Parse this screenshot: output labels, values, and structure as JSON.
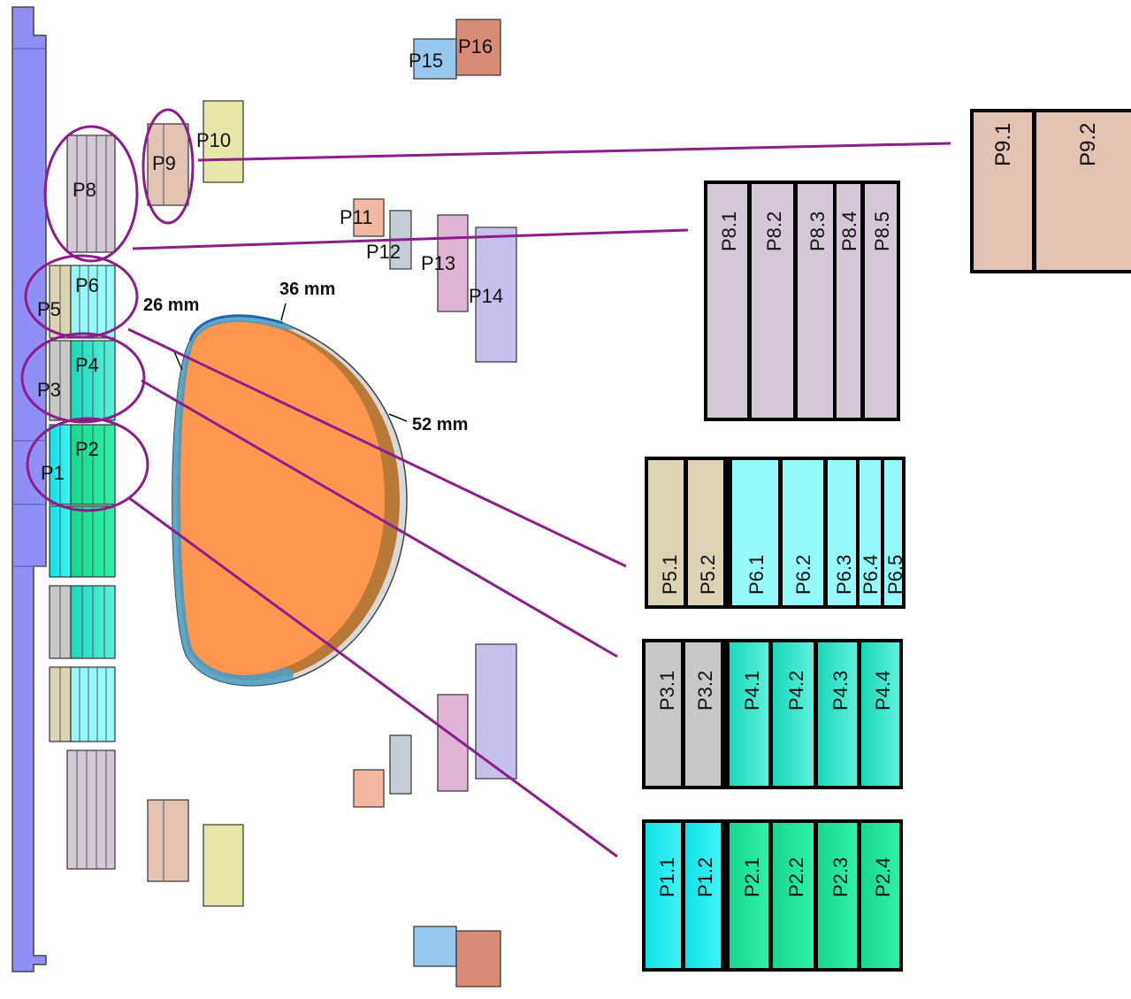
{
  "coils": {
    "p1": "P1",
    "p2": "P2",
    "p3": "P3",
    "p4": "P4",
    "p5": "P5",
    "p6": "P6",
    "p8": "P8",
    "p9": "P9",
    "p10": "P10",
    "p11": "P11",
    "p12": "P12",
    "p13": "P13",
    "p14": "P14",
    "p15": "P15",
    "p16": "P16"
  },
  "dimensions": {
    "d26": "26 mm",
    "d36": "36 mm",
    "d52": "52 mm"
  },
  "detail_boxes": {
    "p9": [
      "P9.1",
      "P9.2"
    ],
    "p8": [
      "P8.1",
      "P8.2",
      "P8.3",
      "P8.4",
      "P8.5"
    ],
    "p56": [
      "P5.1",
      "P5.2",
      "P6.1",
      "P6.2",
      "P6.3",
      "P6.4",
      "P6.5"
    ],
    "p34": [
      "P3.1",
      "P3.2",
      "P4.1",
      "P4.2",
      "P4.3",
      "P4.4"
    ],
    "p12": [
      "P1.1",
      "P1.2",
      "P2.1",
      "P2.2",
      "P2.3",
      "P2.4"
    ]
  },
  "colors": {
    "wall": "#8f8ff5",
    "p1": "#22eedd",
    "p2": "#22e8a0",
    "p3": "#c8c8c8",
    "p4": "#2ee8c8",
    "p5": "#dcd2b4",
    "p6": "#96fafa",
    "p8": "#d4c8d6",
    "p9": "#e3c4b4",
    "p10": "#e6e6a8",
    "p11": "#f2b8a0",
    "p12": "#c4ccd6",
    "p13": "#e0b4d4",
    "p14": "#c8c0ec",
    "p15": "#96c8f0",
    "p16": "#d88c78",
    "plasma": "#ff9650",
    "callout": "#8b1e8b"
  }
}
